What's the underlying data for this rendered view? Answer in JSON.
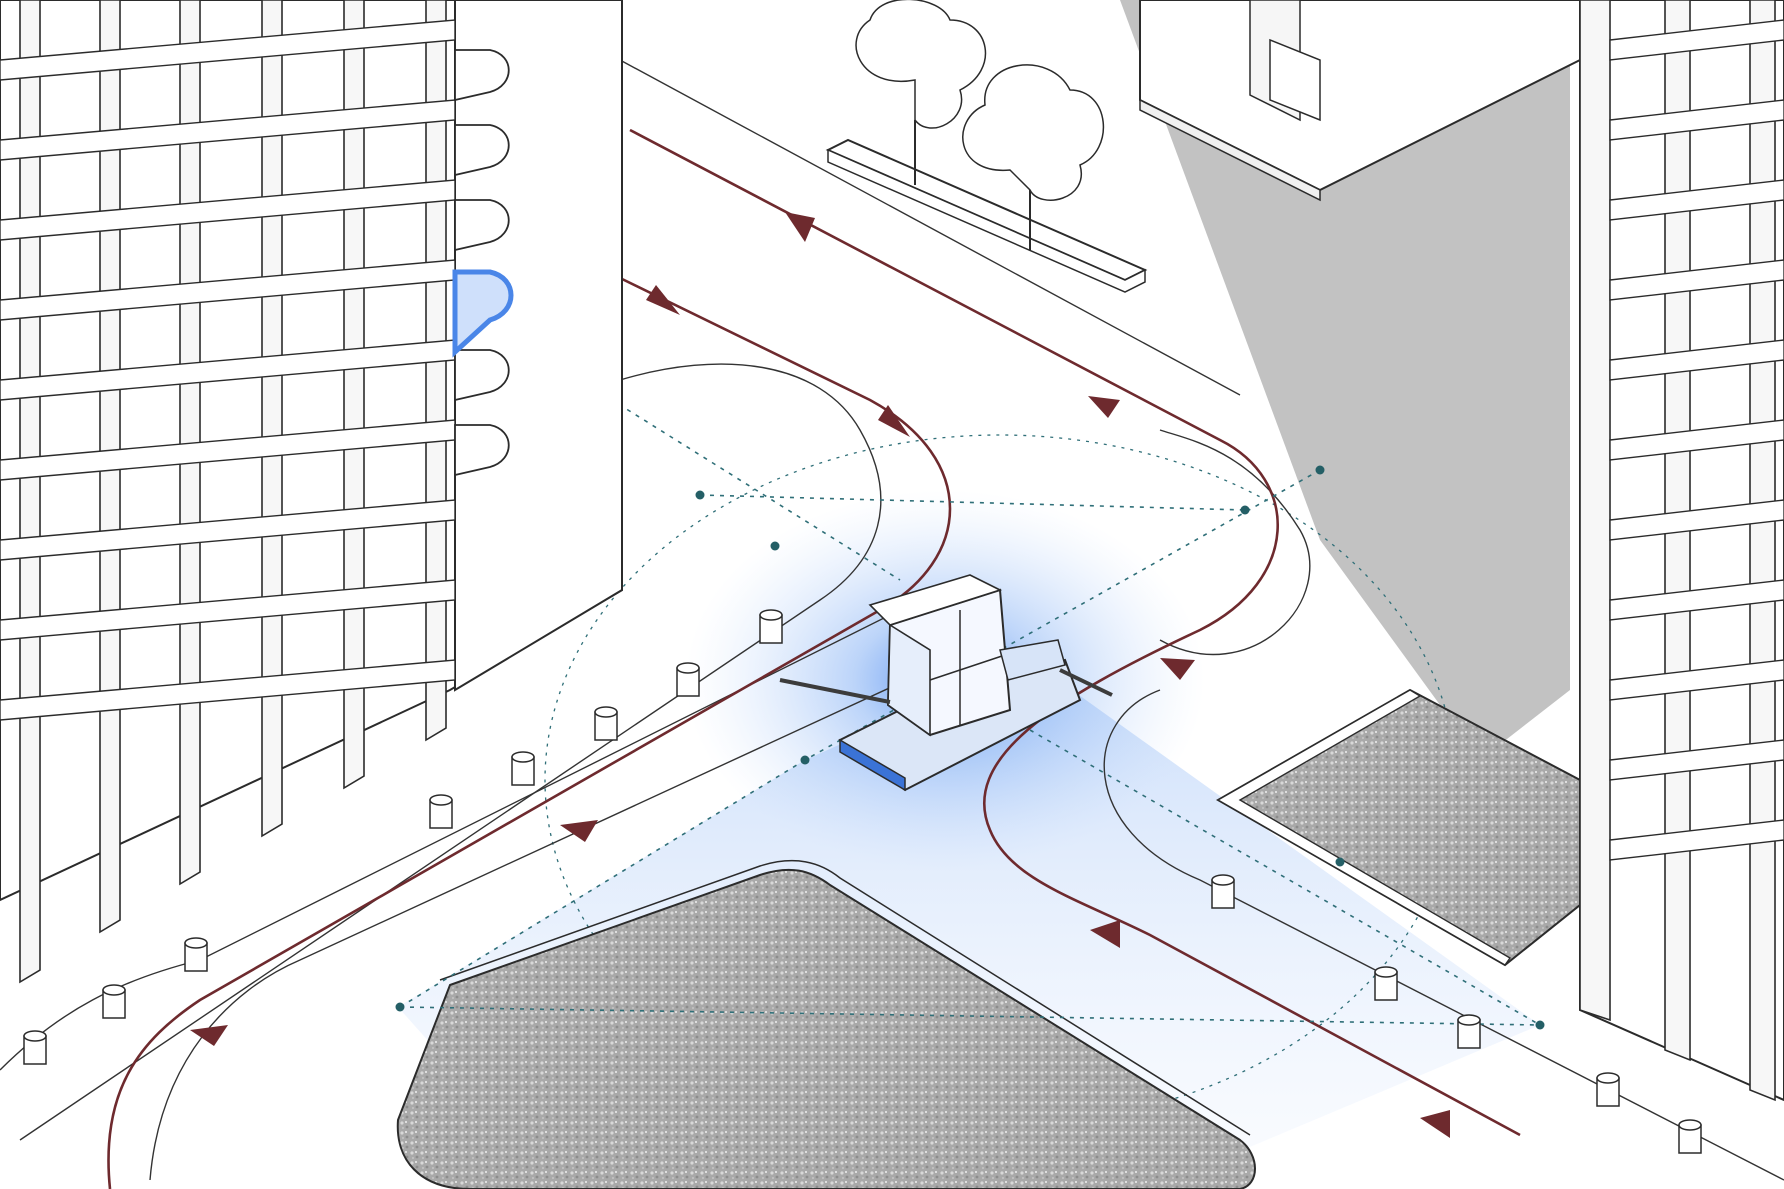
{
  "diagram": {
    "colors": {
      "background": "#ffffff",
      "route": "#6e2a2e",
      "surveillance_zone": "#4a8cf0",
      "dotted_link": "#2f6f78",
      "highlight_balcony": "#4a86e8",
      "shadow": "#bcbcbc",
      "gravel": "#a8a8a8"
    },
    "elements": {
      "kiosk": "central-kiosk",
      "zone": "surveillance-zone",
      "routes": "circulation-routes",
      "planters": "gravel-planters",
      "trees": "tree-planter",
      "buildings": "tower-facades"
    }
  }
}
